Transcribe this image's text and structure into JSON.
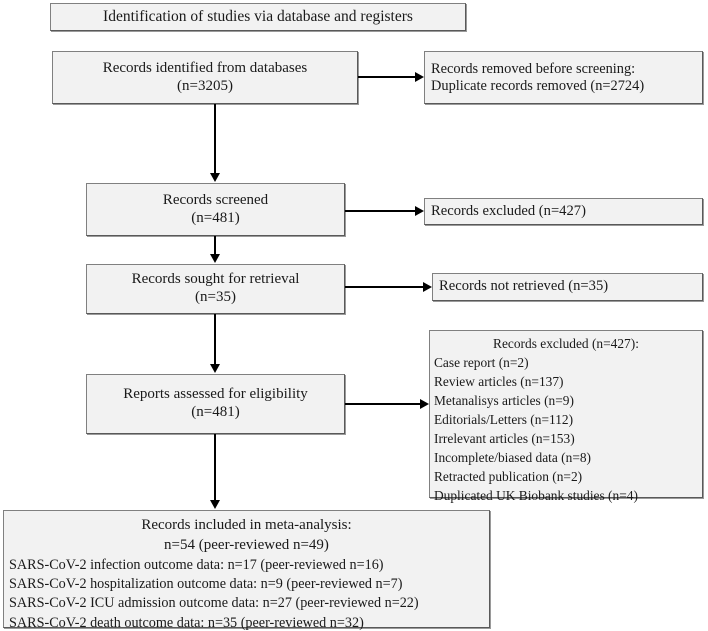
{
  "diagram": {
    "title": "Identification of studies via database and registers",
    "boxes": {
      "identified": {
        "line1": "Records identified from databases",
        "line2": "(n=3205)"
      },
      "removed": {
        "line1": "Records removed before screening:",
        "line2": "Duplicate records removed (n=2724)"
      },
      "screened": {
        "line1": "Records screened",
        "line2": "(n=481)"
      },
      "excluded_small": {
        "line1": "Records excluded (n=427)"
      },
      "sought": {
        "line1": "Records sought for retrieval",
        "line2": "(n=35)"
      },
      "not_retrieved": {
        "line1": "Records not retrieved  (n=35)"
      },
      "assessed": {
        "line1": "Reports assessed for eligibility",
        "line2": "(n=481)"
      },
      "excluded_list": {
        "header": "Records excluded  (n=427):",
        "reasons": [
          "Case report (n=2)",
          "Review articles  (n=137)",
          "Metanalisys  articles (n=9)",
          "Editorials/Letters  (n=112)",
          "Irrelevant  articles  (n=153)",
          "Incomplete/biased  data (n=8)",
          "Retracted publication  (n=2)",
          "Duplicated  UK Biobank  studies  (n=4)"
        ]
      },
      "included": {
        "line1": "Records included in meta-analysis:",
        "line2": "n=54 (peer-reviewed n=49)",
        "details": [
          "SARS-CoV-2 infection  outcome  data: n=17 (peer-reviewed n=16)",
          "SARS-CoV-2 hospitalization  outcome  data: n=9 (peer-reviewed n=7)",
          "SARS-CoV-2 ICU admission  outcome  data: n=27 (peer-reviewed n=22)",
          "SARS-CoV-2 death outcome  data: n=35 (peer-reviewed n=32)"
        ]
      }
    },
    "colors": {
      "box_fill": "#f2f2f2",
      "box_border": "#808080",
      "connector": "#000000",
      "text": "#1a1a1a",
      "background": "#ffffff"
    }
  }
}
